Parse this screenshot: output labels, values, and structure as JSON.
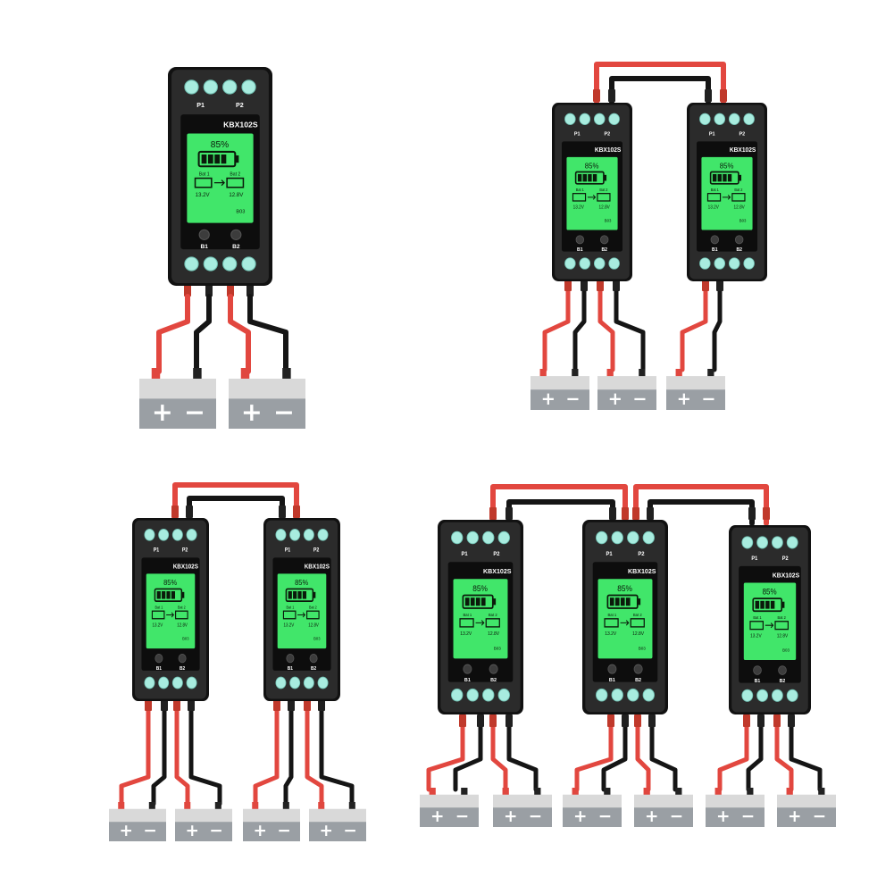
{
  "colors": {
    "housing": "#2b2b2b",
    "housing_edge": "#111111",
    "lcd": "#41e66a",
    "connector": "#a8ecdf",
    "wire_red": "#e2473f",
    "wire_black": "#151515",
    "battery": "#d9d9d9",
    "battery_label": "#9a9fa4"
  },
  "device": {
    "model": "KBX102S",
    "percent": "85%",
    "port_left": "P1",
    "port_right": "P2",
    "bat1_label": "Bat 1",
    "bat2_label": "Bat 2",
    "volt1": "13.2V",
    "volt2": "12.8V",
    "mode": "B03",
    "btn1_label": "B1",
    "btn2_label": "B2",
    "battery_level": 0.85
  },
  "battery": {
    "plus": "+",
    "minus": "−"
  },
  "groups": [
    {
      "name": "single",
      "modules": 1,
      "batteries": 2
    },
    {
      "name": "two-parallel-three-batteries",
      "modules": 2,
      "batteries": 3
    },
    {
      "name": "two-parallel-four-batteries",
      "modules": 2,
      "batteries": 4
    },
    {
      "name": "three-parallel-six-batteries",
      "modules": 3,
      "batteries": 6
    }
  ]
}
